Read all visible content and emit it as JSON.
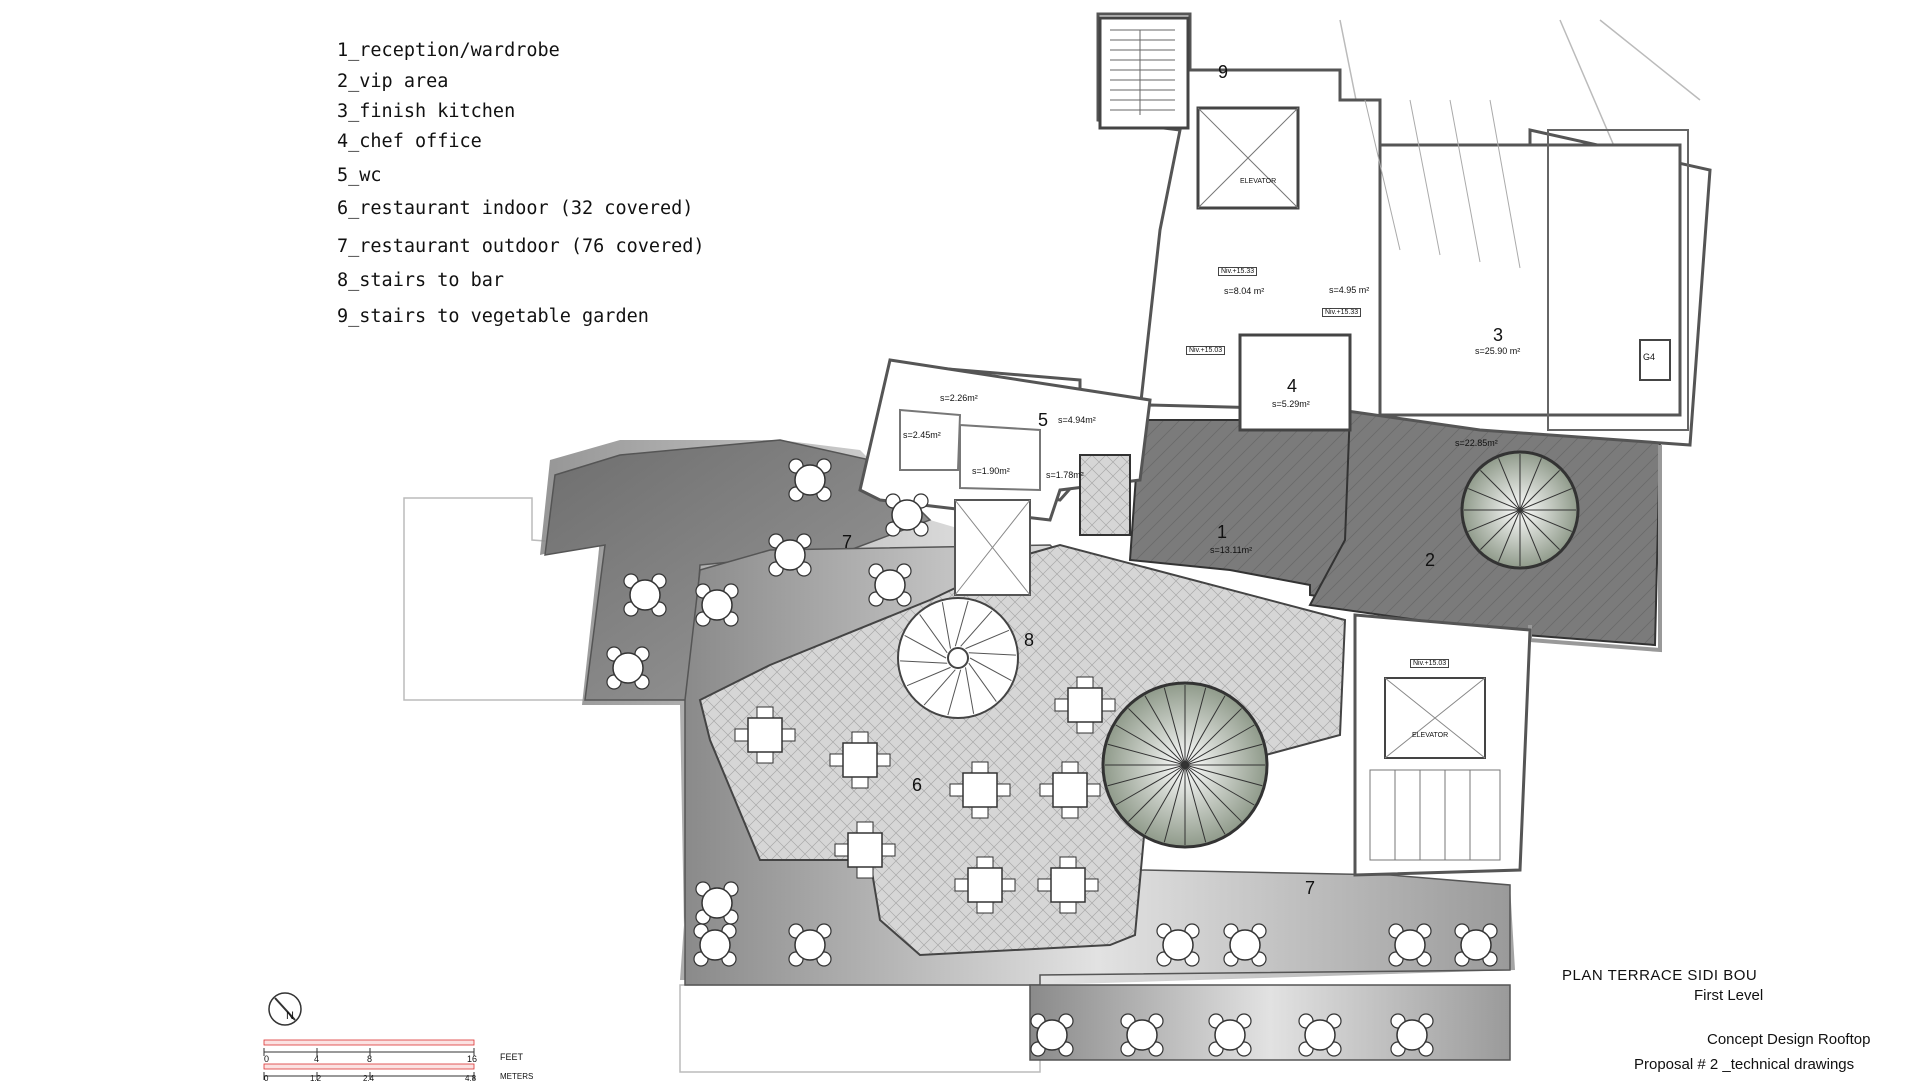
{
  "legend": [
    "1_reception/wardrobe",
    "2_vip area",
    "3_finish kitchen",
    "4_chef office",
    "5_wc",
    "6_restaurant indoor (32 covered)",
    "7_restaurant outdoor (76 covered)",
    "8_stairs to bar",
    "9_stairs to vegetable garden"
  ],
  "title": {
    "line1": "PLAN TERRACE SIDI BOU",
    "line2": "First Level",
    "line3": "Concept Design Rooftop",
    "line4": "Proposal # 2 _technical drawings"
  },
  "scale_bar": {
    "feet_unit": "FEET",
    "feet_ticks": [
      "0",
      "4",
      "8",
      "16"
    ],
    "meters_unit": "METERS",
    "meters_ticks": [
      "0",
      "1.2",
      "2.4",
      "4.8"
    ],
    "north": "N"
  },
  "rooms": {
    "r1": "1",
    "r1_area": "s=13.11m²",
    "r2": "2",
    "r2_area": "s=22.85m²",
    "r3": "3",
    "r3_area": "s=25.90 m²",
    "r4": "4",
    "r4_area": "s=5.29m²",
    "r5": "5",
    "r5_area": "s=4.94m²",
    "r6": "6",
    "r7a": "7",
    "r7b": "7",
    "r8": "8",
    "r9": "9",
    "wc_a": "s=2.26m²",
    "wc_b": "s=2.45m²",
    "wc_c": "s=1.90m²",
    "wc_d": "s=1.78m²",
    "hall_a": "s=8.04 m²",
    "hall_b": "s=4.95 m²",
    "niv1": "Niv.+15.33",
    "niv2": "Niv.+15.33",
    "niv3": "Niv.+15.03",
    "niv4": "Niv.+15.03",
    "elevator1": "ELEVATOR",
    "elevator2": "ELEVATOR",
    "g4": "G4"
  }
}
